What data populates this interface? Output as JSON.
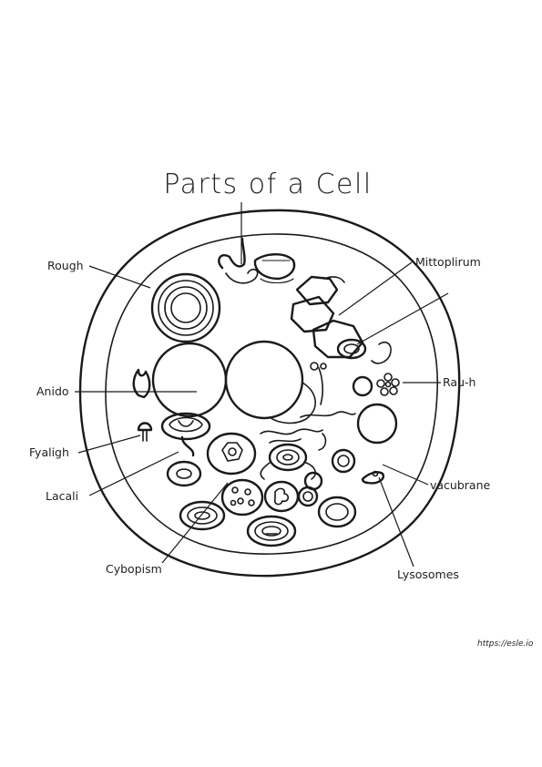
{
  "title": "Parts of a Cell",
  "labels": {
    "rough": "Rough",
    "anido": "Anido",
    "fyaligh": "Fyaligh",
    "lacali": "Lacali",
    "cybopism": "Cybopism",
    "mittoplirum": "Mittoplirum",
    "rauh": "Rau-h",
    "vacubrane": "vacubrane",
    "lysosomes": "Lysosomes"
  },
  "watermark": "https://esle.io"
}
